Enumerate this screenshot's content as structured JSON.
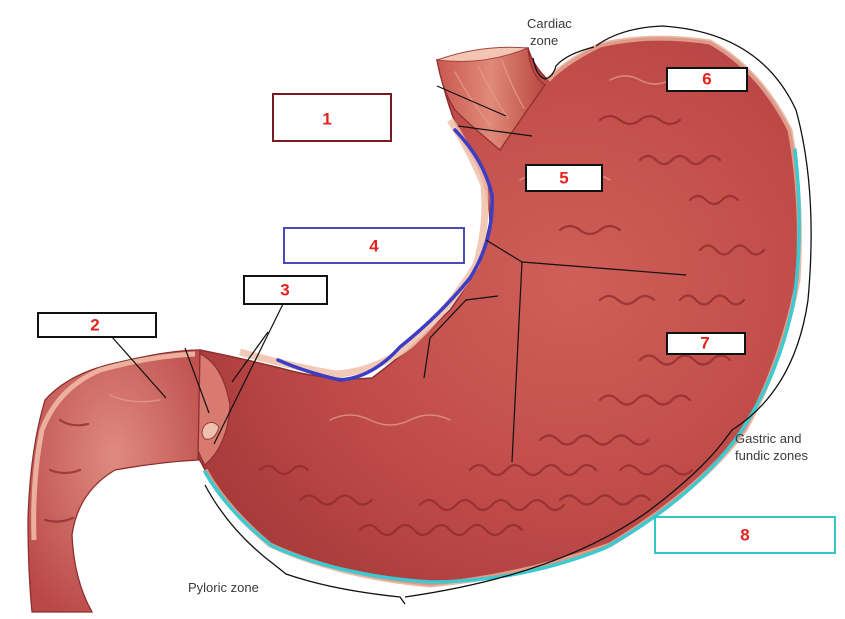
{
  "boxes": {
    "box_1": "1",
    "box_2": "2",
    "box_3": "3",
    "box_4": "4",
    "box_5": "5",
    "box_6": "6",
    "box_7": "7",
    "box_8": "8"
  },
  "zones": {
    "cardiac_line1": "Cardiac",
    "cardiac_line2": "zone",
    "gastric_line1": "Gastric and",
    "gastric_line2": "fundic zones",
    "pyloric": "Pyloric zone"
  },
  "colors": {
    "label_number": "#e3231d",
    "box_1_border": "#7a1a22",
    "box_4_border": "#4a4ab8",
    "box_8_border": "#33c6c6",
    "box_default_border": "#111111",
    "lesser_curvature_line": "#3d3dc4",
    "greater_curvature_line": "#3cc9cf"
  }
}
